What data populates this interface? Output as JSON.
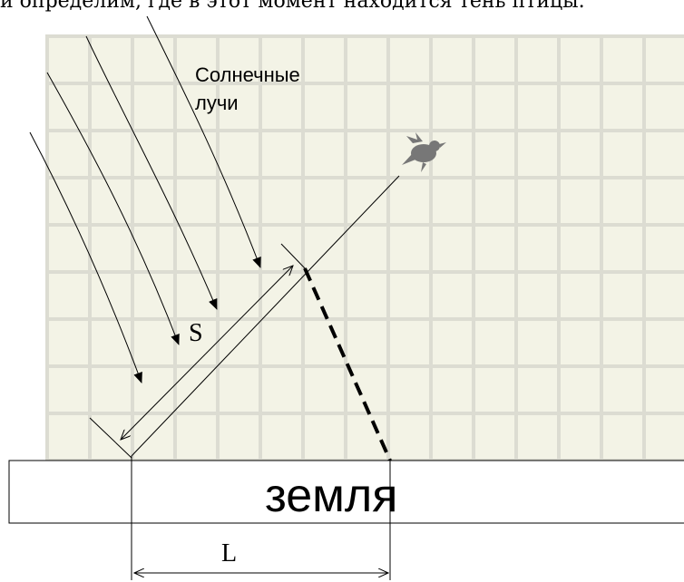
{
  "caption_fragment": "и определим, где в этот момент находится тень птицы.",
  "labels": {
    "sun_rays_line1": "Солнечные",
    "sun_rays_line2": "лучи",
    "distance_s": "S",
    "ground": "земля",
    "distance_l": "L"
  },
  "icons": {
    "bird": "bird-icon"
  },
  "colors": {
    "grid_line": "#dcdcd2",
    "grid_bg": "#f3f3e6",
    "ink": "#000000",
    "bird": "#777777"
  }
}
